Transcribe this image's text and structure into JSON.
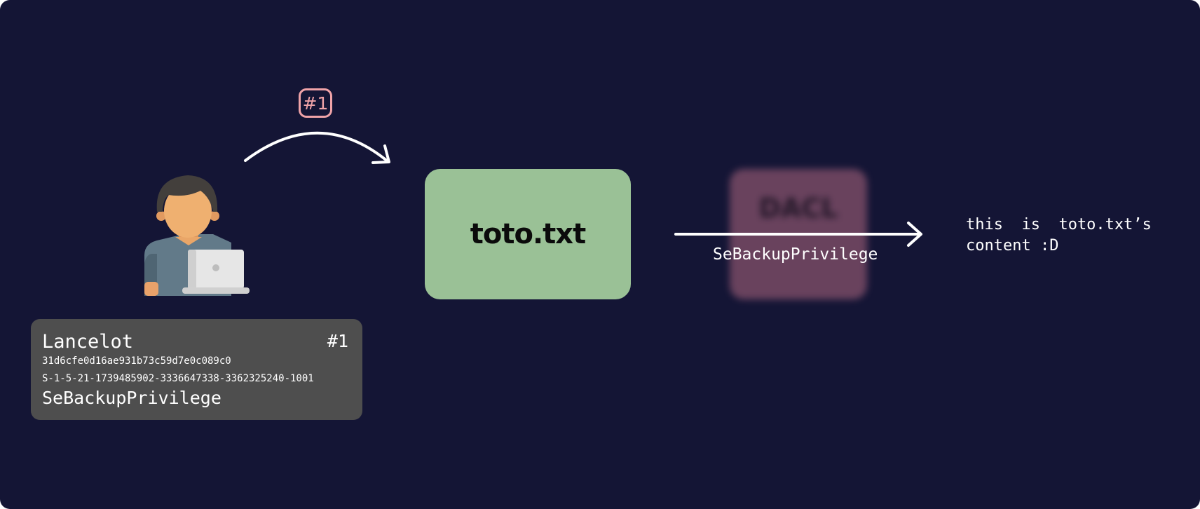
{
  "step": {
    "badge": "#1"
  },
  "file": {
    "name": "toto.txt"
  },
  "dacl": {
    "label": "DACL"
  },
  "flow": {
    "privilege": "SeBackupPrivilege"
  },
  "content": {
    "line1": "this  is  toto.txt’s",
    "line2": "content :D"
  },
  "card": {
    "name": "Lancelot",
    "step": "#1",
    "hash": "31d6cfe0d16ae931b73c59d7e0c089c0",
    "sid": "S-1-5-21-1739485902-3336647338-3362325240-1001",
    "privilege": "SeBackupPrivilege"
  },
  "colors": {
    "background": "#141535",
    "badge": "#f0a3a8",
    "file_box": "#9ac196",
    "dacl_box": "#6e4560",
    "card": "#4e4e4e"
  },
  "icons": {
    "user": "user-with-laptop-icon"
  }
}
